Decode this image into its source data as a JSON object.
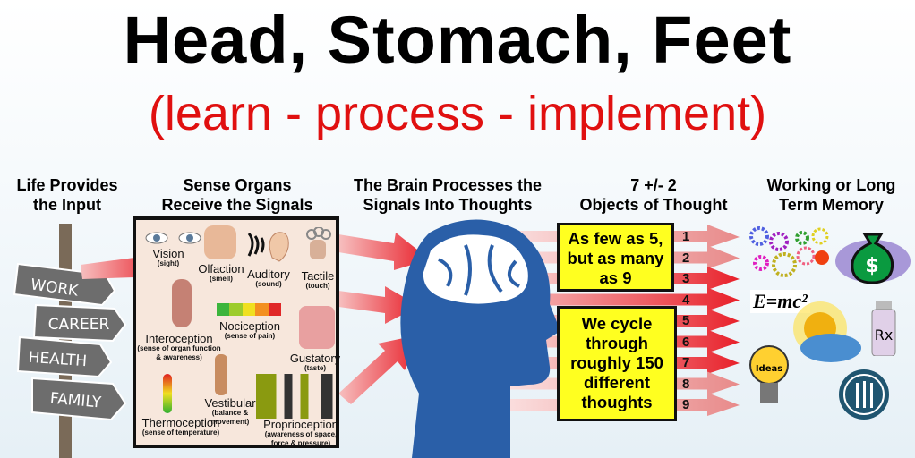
{
  "title": "Head, Stomach, Feet",
  "subtitle": "(learn - process - implement)",
  "columns": [
    {
      "line1": "Life Provides",
      "line2": "the Input"
    },
    {
      "line1": "Sense Organs",
      "line2": "Receive the Signals"
    },
    {
      "line1": "The Brain Processes the",
      "line2": "Signals Into Thoughts"
    },
    {
      "line1": "7 +/- 2",
      "line2": "Objects of Thought"
    },
    {
      "line1": "Working or Long",
      "line2": "Term Memory"
    }
  ],
  "signposts": [
    "WORK",
    "CAREER",
    "HEALTH",
    "FAMILY"
  ],
  "senses": [
    {
      "name": "Vision",
      "detail": "(sight)"
    },
    {
      "name": "Olfaction",
      "detail": "(smell)"
    },
    {
      "name": "Auditory",
      "detail": "(sound)"
    },
    {
      "name": "Tactile",
      "detail": "(touch)"
    },
    {
      "name": "Interoception",
      "detail": "(sense of organ function & awareness)"
    },
    {
      "name": "Nociception",
      "detail": "(sense of pain)"
    },
    {
      "name": "Gustatory",
      "detail": "(taste)"
    },
    {
      "name": "Vestibular",
      "detail": "(balance & movement)"
    },
    {
      "name": "Thermoception",
      "detail": "(sense of temperature)"
    },
    {
      "name": "Proprioception",
      "detail": "(awareness of space, force & pressure)"
    }
  ],
  "box1": "As few as 5, but as many as 9",
  "box2": "We cycle through roughly 150 different thoughts",
  "numbers": [
    "1",
    "2",
    "3",
    "4",
    "5",
    "6",
    "7",
    "8",
    "9"
  ],
  "memory_icons": {
    "equation": "E=mc²",
    "bulb_label": "Ideas",
    "rx": "Rx",
    "dollar": "$"
  },
  "colors": {
    "title": "#000000",
    "subtitle": "#e01010",
    "arrow": "#e8202a",
    "brain": "#2a5fa8",
    "box": "#ffff20"
  }
}
